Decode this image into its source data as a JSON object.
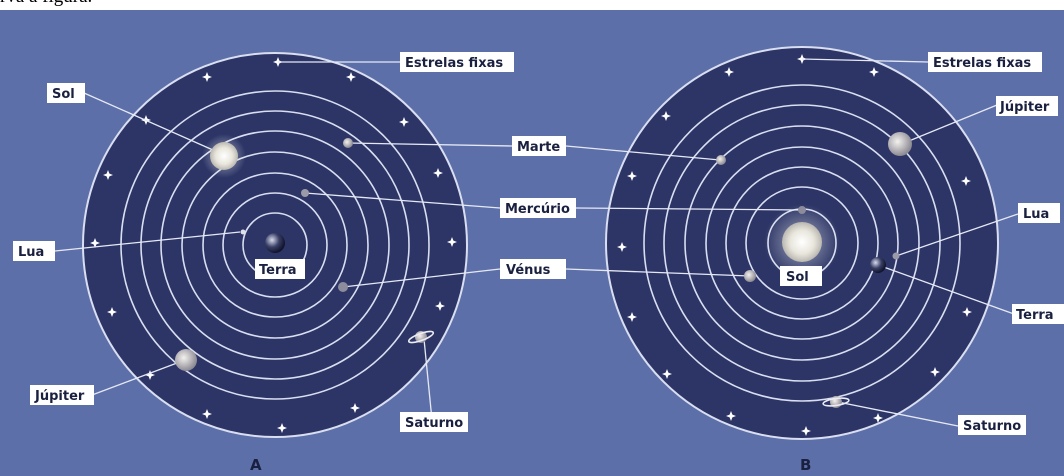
{
  "caption": "rva a figura.",
  "colors": {
    "background": "#5d6fa8",
    "disc": "#2c3566",
    "orbit": "#d9def0",
    "label_bg": "#ffffff",
    "label_text": "#1a2140"
  },
  "model_a": {
    "letter": "A",
    "labels": {
      "fixed_stars": "Estrelas fixas",
      "sun": "Sol",
      "mars": "Marte",
      "mercury": "Mercúrio",
      "venus": "Vénus",
      "moon": "Lua",
      "earth": "Terra",
      "jupiter": "Júpiter",
      "saturn": "Saturno"
    }
  },
  "model_b": {
    "letter": "B",
    "labels": {
      "fixed_stars": "Estrelas fixas",
      "jupiter": "Júpiter",
      "moon": "Lua",
      "sun": "Sol",
      "earth": "Terra",
      "saturn": "Saturno"
    }
  }
}
